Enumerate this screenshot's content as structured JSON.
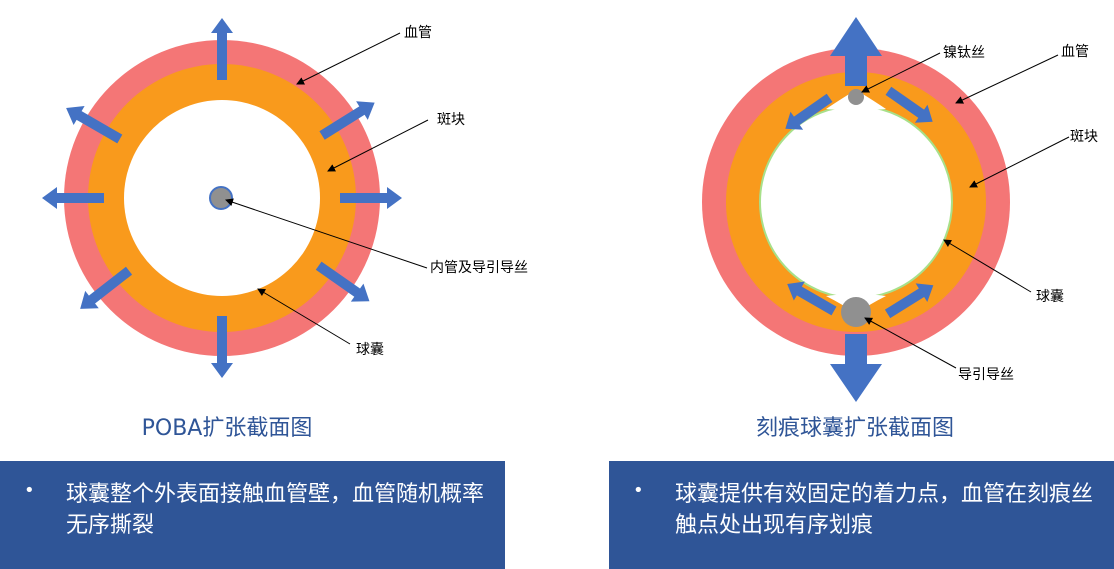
{
  "left": {
    "labels": {
      "vessel": "血管",
      "plaque": "斑块",
      "inner": "内管及导引导丝",
      "balloon": "球囊"
    },
    "caption": "POBA扩张截面图",
    "bullet": "•",
    "description": "球囊整个外表面接触血管壁，血管随机概率无序撕裂"
  },
  "right": {
    "labels": {
      "nitinol": "镍钛丝",
      "vessel": "血管",
      "plaque": "斑块",
      "balloon": "球囊",
      "guidewire": "导引导丝"
    },
    "caption": "刻痕球囊扩张截面图",
    "bullet": "•",
    "description": "球囊提供有效固定的着力点，血管在刻痕丝触点处出现有序划痕"
  },
  "colors": {
    "vessel": "#F47676",
    "plaque": "#F99A1C",
    "arrow": "#4472C4",
    "wire": "#909090",
    "balloon_outline": "#A8E08A",
    "text_blue": "#2F5597",
    "panel": "#2F5597"
  }
}
